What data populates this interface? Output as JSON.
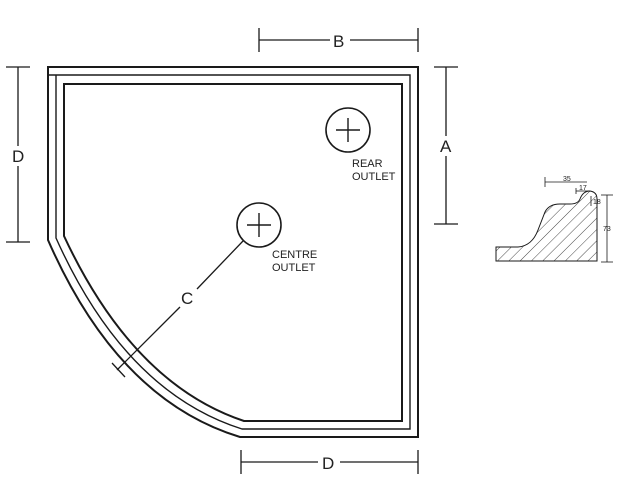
{
  "dimensions": {
    "a": "A",
    "b": "B",
    "c": "C",
    "d_top": "D",
    "d_left": "D"
  },
  "outlets": {
    "rear_line1": "REAR",
    "rear_line2": "OUTLET",
    "centre_line1": "CENTRE",
    "centre_line2": "OUTLET"
  },
  "profile": {
    "width": "35",
    "lip": "17",
    "rim": "18",
    "height": "73"
  },
  "colors": {
    "line": "#1a1a1a",
    "background": "#ffffff"
  }
}
